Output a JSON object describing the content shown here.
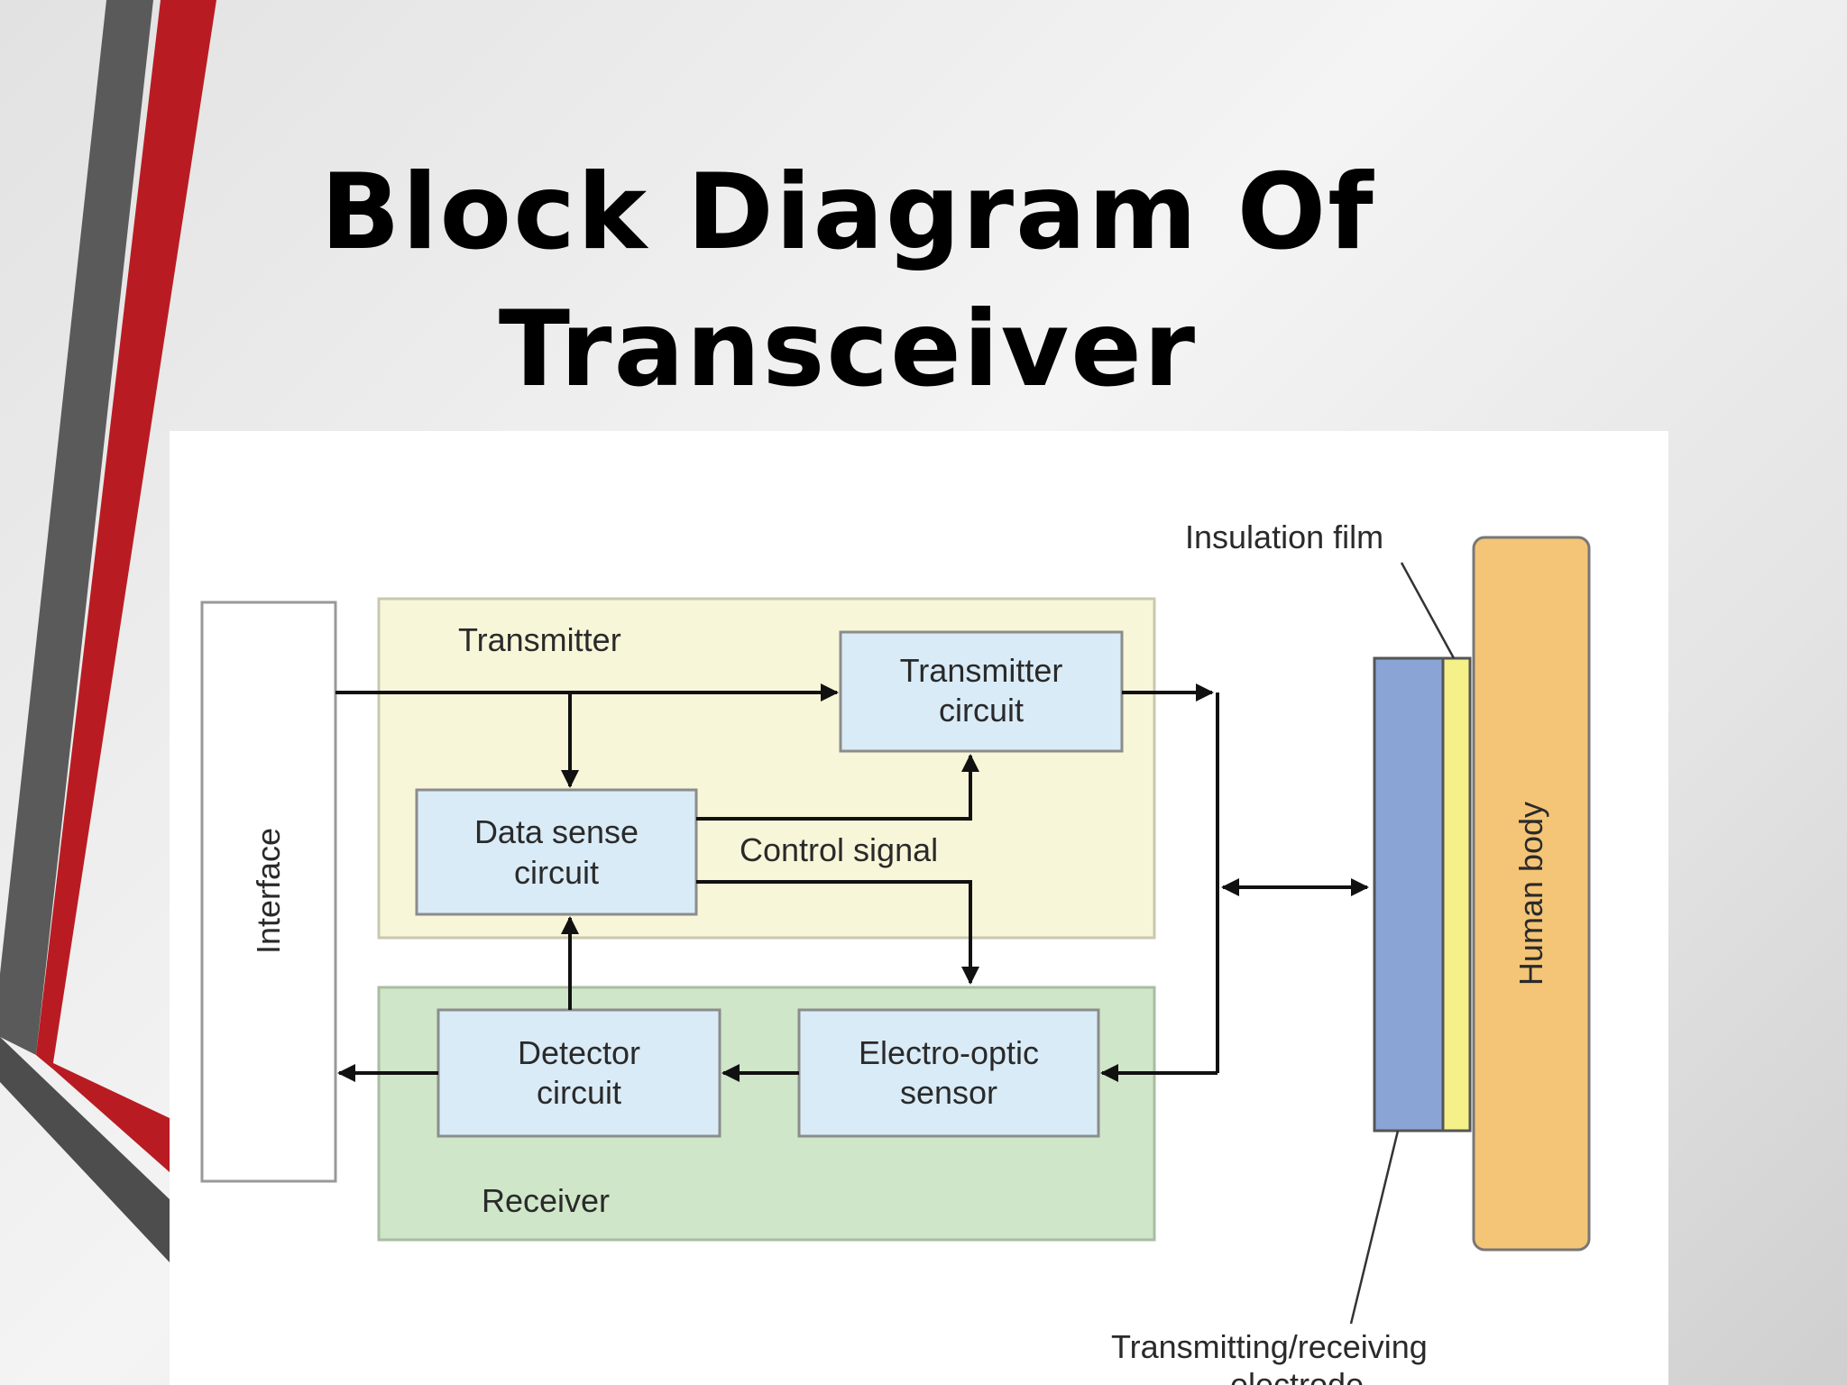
{
  "slide": {
    "title_line1": "Block Diagram Of",
    "title_line2": "Transceiver"
  },
  "colors": {
    "red_stripe": "#b81c22",
    "gray_stripe": "#595959",
    "transmitter_fill": "#f8f6d8",
    "receiver_fill": "#cfe6c9",
    "block_fill": "#d9ebf7",
    "electrode_fill": "#8aa4d6",
    "insulation_fill": "#f6f089",
    "human_body_fill": "#f4c577"
  },
  "diagram": {
    "interface": "Interface",
    "transmitter_label": "Transmitter",
    "receiver_label": "Receiver",
    "transmitter_circuit": [
      "Transmitter",
      "circuit"
    ],
    "data_sense_circuit": [
      "Data sense",
      "circuit"
    ],
    "control_signal": "Control signal",
    "detector_circuit": [
      "Detector",
      "circuit"
    ],
    "electro_optic_sensor": [
      "Electro-optic",
      "sensor"
    ],
    "insulation_film": "Insulation film",
    "human_body": "Human body",
    "electrode_label": [
      "Transmitting/receiving",
      "electrode"
    ]
  }
}
